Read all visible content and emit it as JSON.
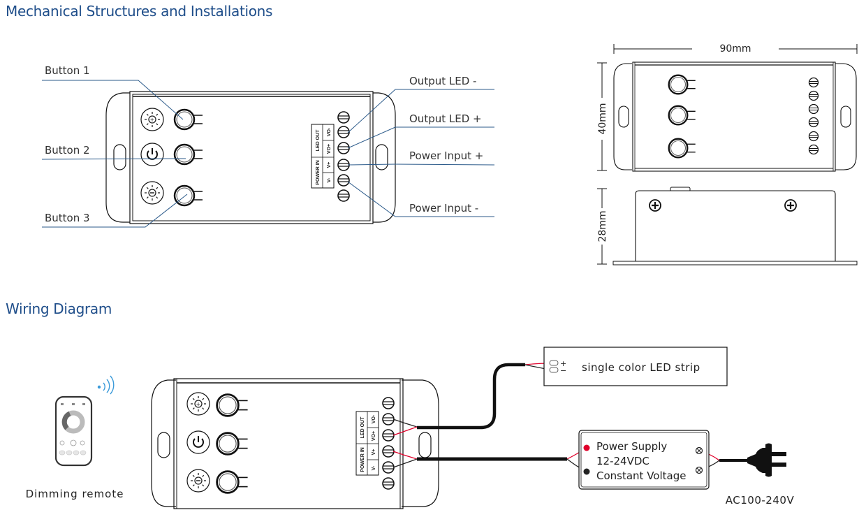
{
  "sections": {
    "mechanical_title": "Mechanical Structures and Installations",
    "wiring_title": "Wiring Diagram"
  },
  "callouts": {
    "button1": "Button 1",
    "button2": "Button 2",
    "button3": "Button 3",
    "output_led_minus": "Output LED -",
    "output_led_plus": "Output LED +",
    "power_input_plus": "Power Input +",
    "power_input_minus": "Power Input -"
  },
  "terminal_block": {
    "group_led_out": "LED OUT",
    "group_power_in": "POWER IN",
    "vo_minus": "VO-",
    "vo_plus": "VO+",
    "v_plus": "V+",
    "v_minus": "V-"
  },
  "dimensions": {
    "width": "90mm",
    "height": "40mm",
    "depth": "28mm"
  },
  "wiring": {
    "remote_label": "Dimming remote",
    "led_strip_label": "single color LED strip",
    "led_plus": "+",
    "led_minus": "−",
    "psu_line1": "Power Supply",
    "psu_line2": "12-24VDC",
    "psu_line3": "Constant Voltage",
    "ac_label": "AC100-240V"
  },
  "colors": {
    "heading": "#1f4e8a",
    "callout_line": "#2b5a8a",
    "wire_red": "#e0002a",
    "wireless_blue": "#3a9ad9"
  },
  "icons": {
    "button1": "brightness-up-icon",
    "button2": "power-icon",
    "button3": "brightness-down-icon"
  }
}
